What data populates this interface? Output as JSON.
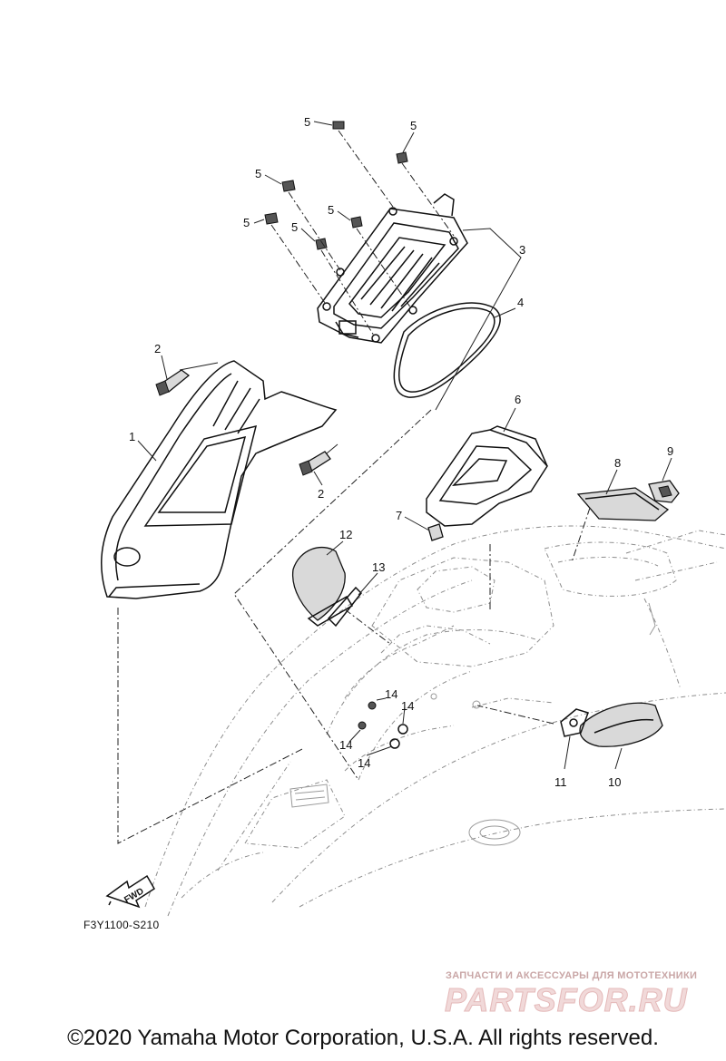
{
  "callouts": [
    "1",
    "2",
    "2",
    "3",
    "4",
    "5",
    "5",
    "5",
    "5",
    "5",
    "5",
    "6",
    "7",
    "8",
    "9",
    "10",
    "11",
    "12",
    "13",
    "14",
    "14",
    "14",
    "14"
  ],
  "fwd_label": "FWD",
  "diagram_code": "F3Y1100-S210",
  "watermark": {
    "tagline": "ЗАПЧАСТИ И АКСЕССУАРЫ ДЛЯ МОТОТЕХНИКИ",
    "logo_text": "PARTSFOR.RU"
  },
  "copyright": "©2020 Yamaha Motor Corporation, U.S.A. All rights reserved.",
  "colors": {
    "line": "#111111",
    "hull": "#8d8d8d",
    "watermark": "#e4b9b9"
  }
}
